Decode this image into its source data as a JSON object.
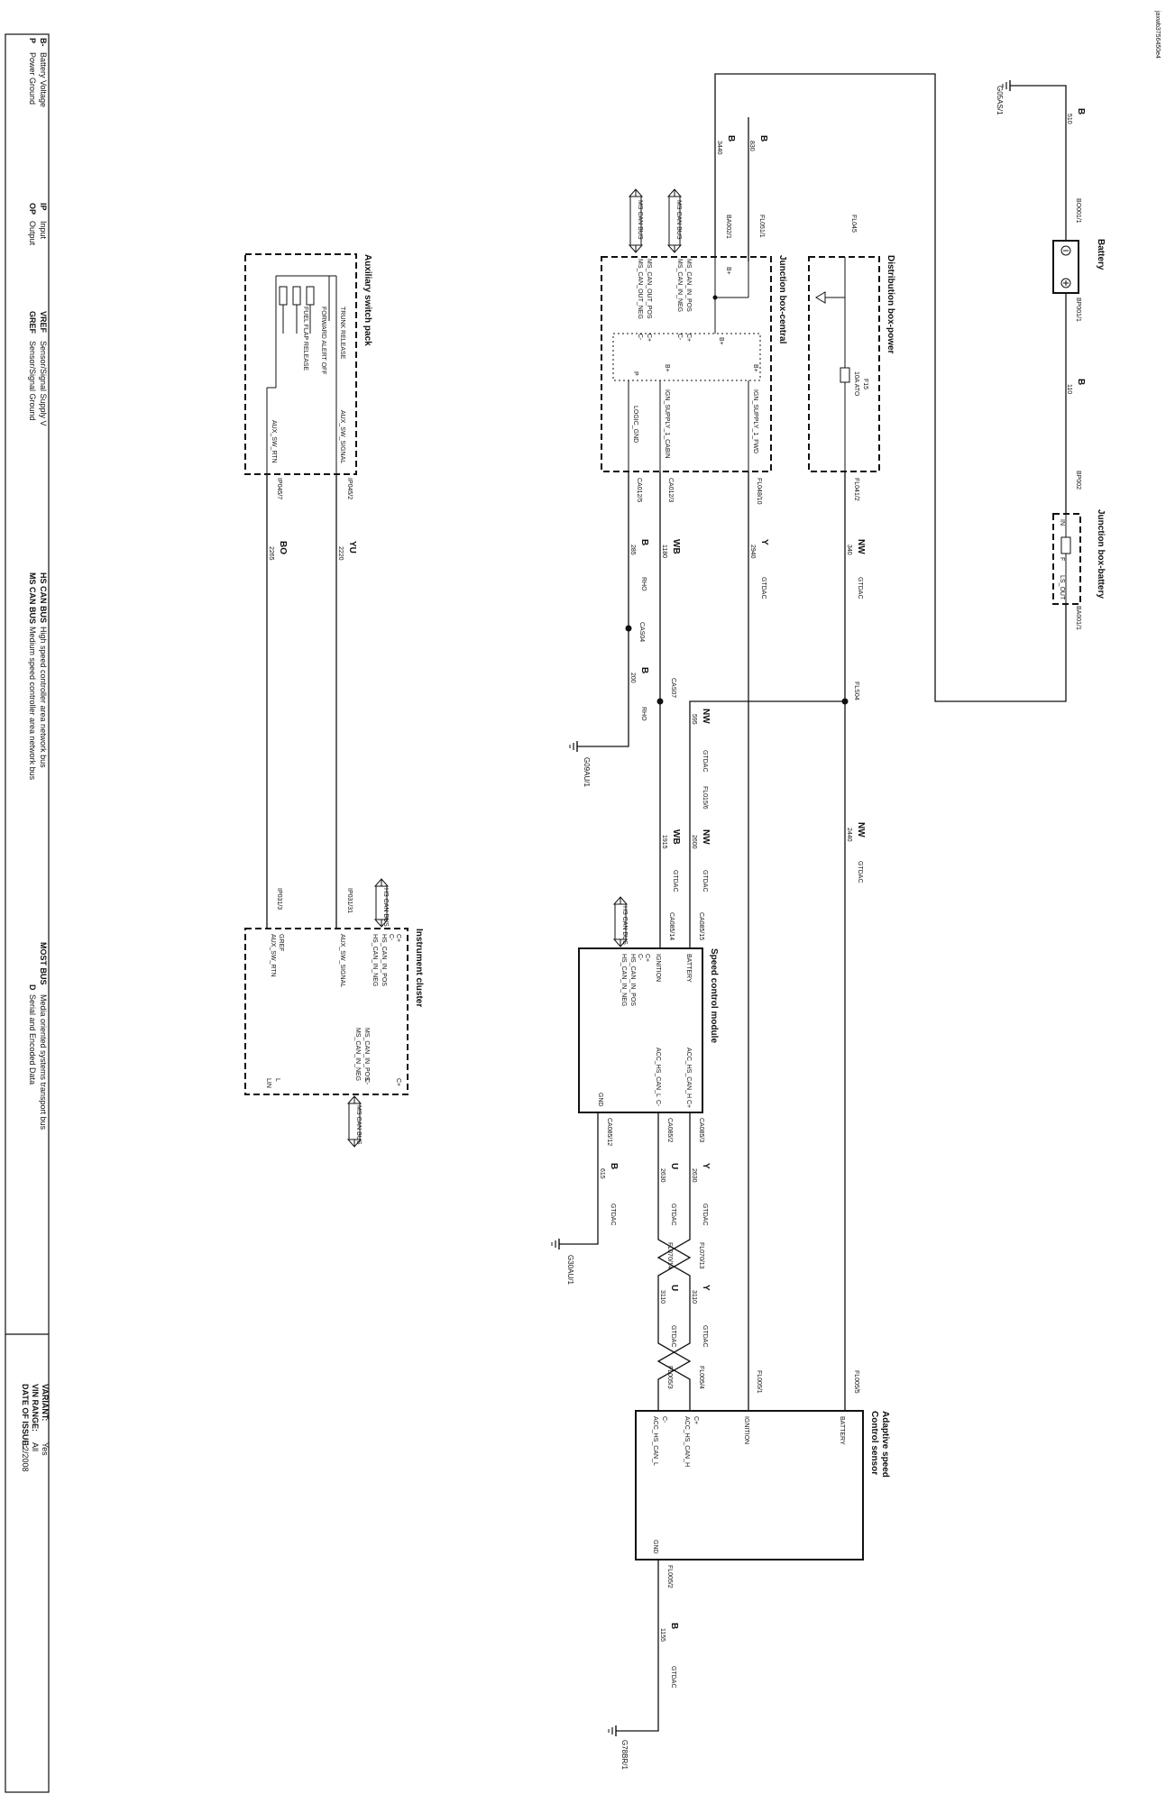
{
  "doc_id": "jaxwb3756450e4",
  "components": {
    "battery": "Battery",
    "junction_box_battery": "Junction box-battery",
    "distribution_box_power": "Distribution box-power",
    "junction_box_central": "Junction box-central",
    "auxiliary_switch_pack": "Auxiliary switch pack",
    "instrument_cluster": "Instrument cluster",
    "speed_control_module": "Speed control module",
    "adaptive_speed_control_sensor_l1": "Adaptive speed",
    "adaptive_speed_control_sensor_l2": "Control sensor"
  },
  "grounds": [
    "G05AS/1",
    "G09AU/1",
    "G30AU/1",
    "G78BR/1"
  ],
  "connectors": {
    "bo001_1": "BO001/1",
    "bp001_1": "BP001/1",
    "bp002": "BP002",
    "ba001_1": "BA001/1",
    "ba002_1": "BA002/1",
    "fl051_1": "FL051/1",
    "fl045": "FL045",
    "fl041_2": "FL041/2",
    "fl048_10": "FL048/10",
    "ca012_3": "CA012/3",
    "ca012_5": "CA012/5",
    "cas04": "CAS04",
    "cas07": "CAS07",
    "fls04": "FLS04",
    "fl015_6": "FL015/6",
    "ca085_15": "CA085/15",
    "ca085_14": "CA085/14",
    "ca085_3": "CA085/3",
    "ca085_2": "CA085/2",
    "ca085_12": "CA085/12",
    "fl070_13": "FL070/13",
    "fl070_14": "FL070/14",
    "fl005_5": "FL005/5",
    "fl005_1": "FL005/1",
    "fl005_4": "FL005/4",
    "fl005_3": "FL005/3",
    "fl005_2": "FL005/2",
    "ip045_2": "IP045/2",
    "ip045_7": "IP045/7",
    "ip031_31": "IP031/31",
    "ip031_3": "IP031/3"
  },
  "wires": {
    "w510": "510",
    "w110": "110",
    "w830": "830",
    "w3440": "3440",
    "w340": "340",
    "w2940": "2940",
    "w1180": "1180",
    "w285": "285",
    "w200": "200",
    "w595": "595",
    "w2600": "2600",
    "w1915": "1915",
    "w2440": "2440",
    "w2630": "2630",
    "w2630b": "2630",
    "w615": "615",
    "w3110": "3110",
    "w3110b": "3110",
    "w1155": "1155",
    "w2220": "2220",
    "w2265": "2265"
  },
  "wire_colors": {
    "b": "B",
    "nw": "NW",
    "y": "Y",
    "wb": "WB",
    "u": "U",
    "yu": "YU",
    "bo": "BO"
  },
  "sizes": {
    "gtdac": "GTDAC",
    "rho": "RHO"
  },
  "fuse": {
    "name": "F15",
    "rating": "10A ATO"
  },
  "pins": {
    "bplus": "B+",
    "cplus": "C+",
    "cminus": "C-",
    "p": "P",
    "l": "L",
    "lin": "LIN",
    "gref": "GREF",
    "in": "IN",
    "ls_out": "LS_OUT",
    "f": "F",
    "ms_can_in_pos": "MS_CAN_IN_POS",
    "ms_can_in_neg": "MS_CAN_IN_NEG",
    "ms_can_out_pos": "MS_CAN_OUT_POS",
    "ms_can_out_neg": "MS_CAN_OUT_NEG",
    "ign_supply_1_fwd": "IGN_SUPPLY_1_FWD",
    "ign_supply_1_cabin": "IGN_SUPPLY_1_CABIN",
    "logic_gnd": "LOGIC_GND",
    "trunk_release": "TRUNK RELEASE",
    "forward_alert_off": "FORWARD ALERT OFF",
    "fuel_flap_release": "FUEL FLAP RELEASE",
    "aux_sw_signal": "AUX_SW_SIGNAL",
    "aux_sw_rtn": "AUX_SW_RTN",
    "hs_can_in_pos": "HS_CAN_IN_POS",
    "hs_can_in_neg": "HS_CAN_IN_NEG",
    "battery": "BATTERY",
    "ignition": "IGNITION",
    "gnd": "GND",
    "acc_hs_can_h": "ACC_HS_CAN_H",
    "acc_hs_can_l": "ACC_HS_CAN_L"
  },
  "bus_labels": {
    "ms_can_bus": "MS CAN BUS",
    "hs_can_bus": "HS CAN BUS"
  },
  "legend": [
    {
      "abbr": "B-",
      "text": "Battery Voltage"
    },
    {
      "abbr": "P",
      "text": "Power Ground"
    },
    {
      "abbr": "IP",
      "text": "Input"
    },
    {
      "abbr": "OP",
      "text": "Output"
    },
    {
      "abbr": "VREF",
      "text": "Sensor/Signal Supply V"
    },
    {
      "abbr": "GREF",
      "text": "Sensor/Signal Ground"
    },
    {
      "abbr": "HS CAN BUS",
      "text": "High speed controller area network bus"
    },
    {
      "abbr": "MS CAN BUS",
      "text": "Medium speed controller area network bus"
    },
    {
      "abbr": "MOST BUS",
      "text": "Media oriented systems transport bus"
    },
    {
      "abbr": "D",
      "text": "Serial and Encoded Data"
    }
  ],
  "issue": {
    "variant_label": "VARIANT:",
    "variant_value": "Yes",
    "vin_label": "VIN RANGE:",
    "vin_value": "All",
    "date_label": "DATE OF ISSUE:",
    "date_value": "12/2008"
  }
}
